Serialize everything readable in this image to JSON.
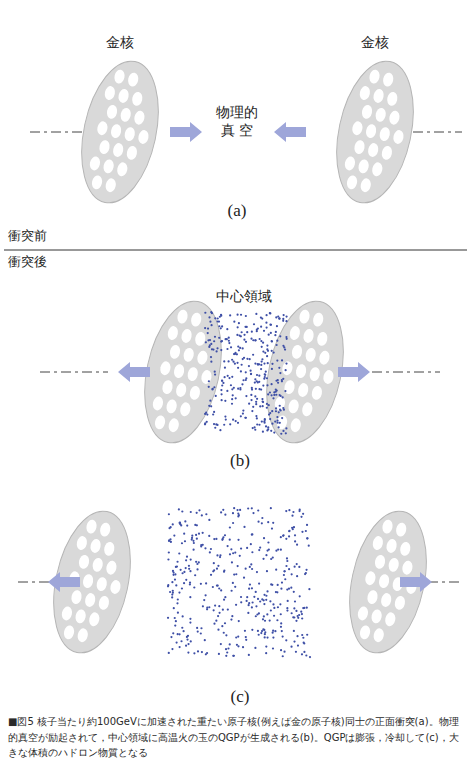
{
  "diagram": {
    "caption": "■図5 核子当たり約100GeVに加速された重たい原子核(例えば金の原子核)同士の正面衝突(a)。物理的真空が励起されて，中心領域に高温火の玉のQGPが生成される(b)。QGPは膨張，冷却して(c)，大きな体積のハドロン物質となる",
    "nodes": [
      {
        "text": [
          "金核"
        ]
      },
      {
        "text": [
          "金核"
        ]
      }
    ],
    "labels": [
      "物理的 真 空",
      "(a)",
      "衝突前",
      "衝突後",
      "中心領域",
      "(b)",
      "(c)"
    ]
  }
}
